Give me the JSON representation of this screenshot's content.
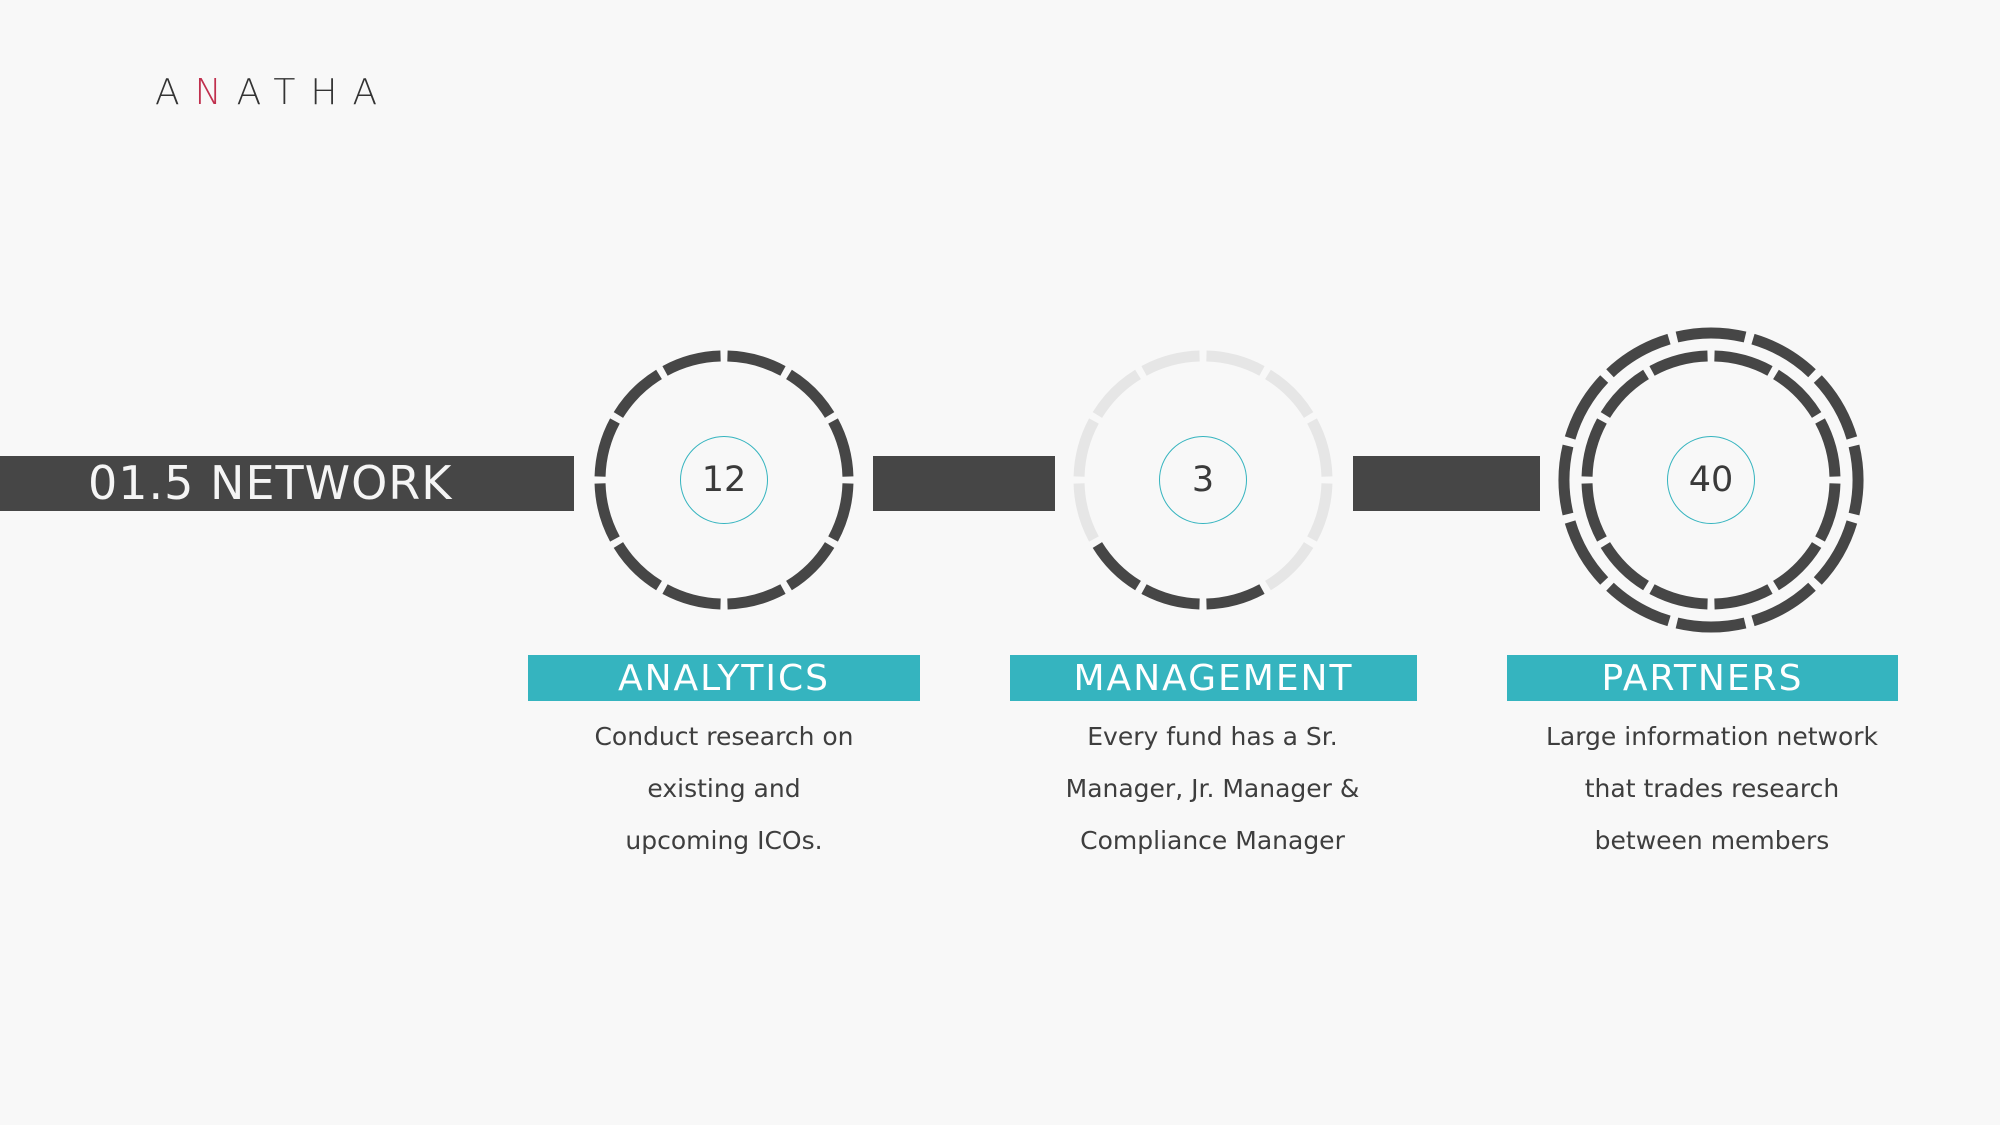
{
  "brand": {
    "logo_prefix": "A",
    "logo_accent": "N",
    "logo_suffix": "ATHA"
  },
  "section": {
    "title": "01.5 NETWORK"
  },
  "colors": {
    "teal": "#35b4bf",
    "dark": "#464646",
    "light_ring": "#e6e6e6",
    "background": "#f8f8f8",
    "logo_accent": "#c0304e"
  },
  "nodes": [
    {
      "value": "12",
      "label": "ANALYTICS",
      "description": [
        "Conduct research on",
        "existing and",
        "upcoming ICOs."
      ]
    },
    {
      "value": "3",
      "label": "MANAGEMENT",
      "description": [
        "Every fund has a Sr.",
        "Manager, Jr. Manager &",
        "Compliance Manager"
      ]
    },
    {
      "value": "40",
      "label": "PARTNERS",
      "description": [
        "Large information network",
        "that trades research",
        "between members"
      ]
    }
  ]
}
